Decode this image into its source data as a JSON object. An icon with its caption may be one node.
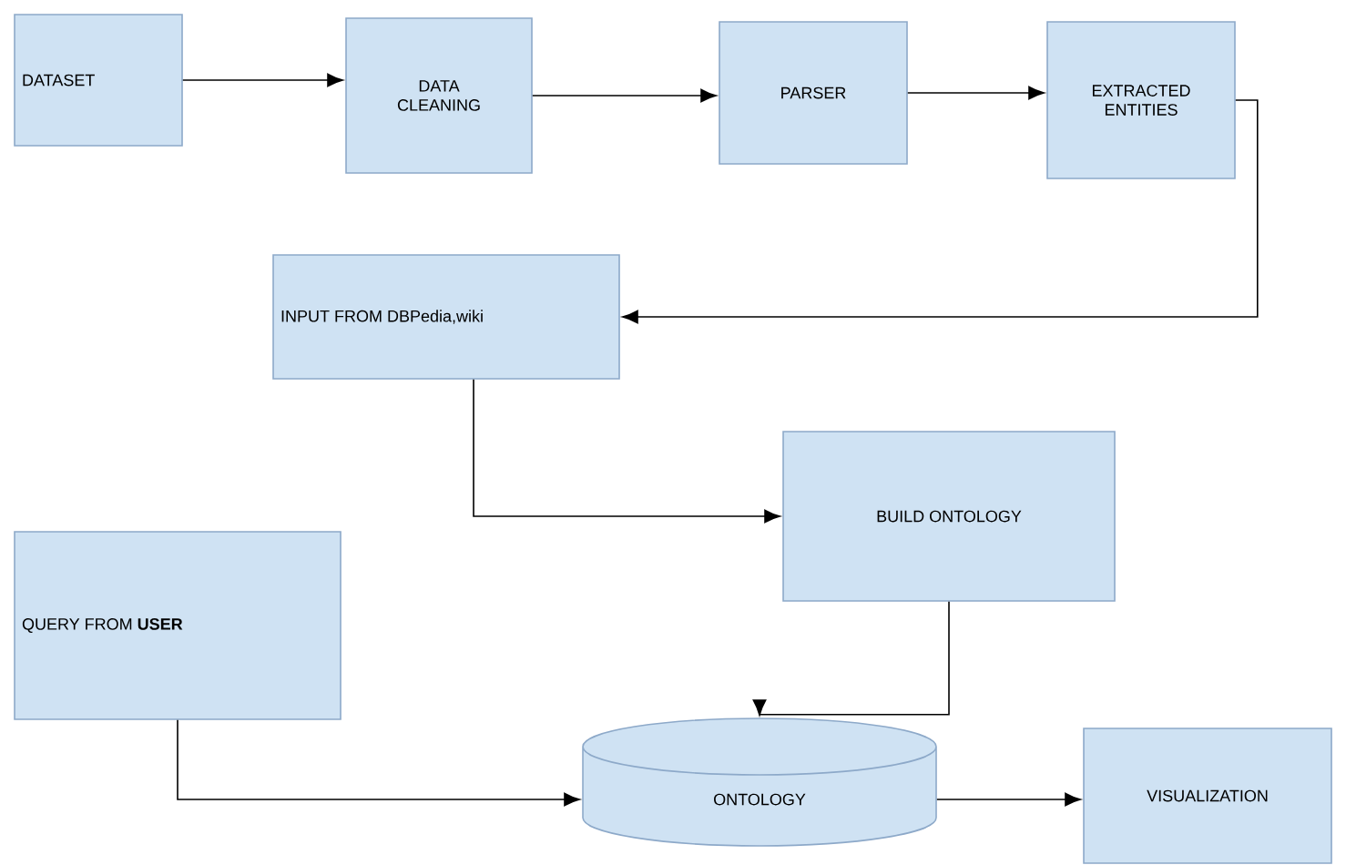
{
  "diagram": {
    "nodes": [
      {
        "text": [
          "DATASET"
        ]
      },
      {
        "text": [
          "DATA CLEANING"
        ]
      },
      {
        "text": [
          "PARSER"
        ]
      },
      {
        "text": [
          "EXTRACTED ENTITIES"
        ]
      },
      {
        "text": [
          "INPUT FROM DBPedia,wiki"
        ]
      },
      {
        "text": [
          "BUILD ONTOLOGY"
        ]
      },
      {
        "text": [
          "QUERY FROM **USER**"
        ]
      },
      {
        "text": [
          "ONTOLOGY"
        ]
      },
      {
        "text": [
          "VISUALIZATION"
        ]
      }
    ],
    "edges": [
      {
        "from": 0,
        "to": 1,
        "arrow": "to"
      },
      {
        "from": 1,
        "to": 2,
        "arrow": "to"
      },
      {
        "from": 2,
        "to": 3,
        "arrow": "to"
      },
      {
        "from": 3,
        "to": 4,
        "arrow": "to"
      },
      {
        "from": 4,
        "to": 5,
        "arrow": "to"
      },
      {
        "from": 5,
        "to": 7,
        "arrow": "to"
      },
      {
        "from": 6,
        "to": 7,
        "arrow": "to"
      },
      {
        "from": 7,
        "to": 8,
        "arrow": "to"
      }
    ]
  }
}
